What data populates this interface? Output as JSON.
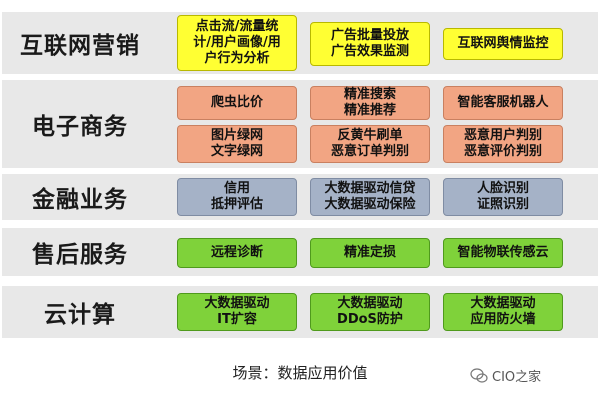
{
  "rows": [
    {
      "label": "互联网营销",
      "cells": [
        {
          "text": "点击流/流量统\n计/用户画像/用\n户行为分析"
        },
        {
          "text": "广告批量投放\n广告效果监测"
        },
        {
          "text": "互联网舆情监控"
        }
      ]
    },
    {
      "label": "电子商务",
      "cells": [
        {
          "text": "爬虫比价"
        },
        {
          "text": "精准搜索\n精准推荐"
        },
        {
          "text": "智能客服机器人"
        },
        {
          "text": "图片绿网\n文字绿网"
        },
        {
          "text": "反黄牛刷单\n恶意订单判别"
        },
        {
          "text": "恶意用户判别\n恶意评价判别"
        }
      ]
    },
    {
      "label": "金融业务",
      "cells": [
        {
          "text": "信用\n抵押评估"
        },
        {
          "text": "大数据驱动信贷\n大数据驱动保险"
        },
        {
          "text": "人脸识别\n证照识别"
        }
      ]
    },
    {
      "label": "售后服务",
      "cells": [
        {
          "text": "远程诊断"
        },
        {
          "text": "精准定损"
        },
        {
          "text": "智能物联传感云"
        }
      ]
    },
    {
      "label": "云计算",
      "cells": [
        {
          "text": "大数据驱动\nIT扩容"
        },
        {
          "text": "大数据驱动\nDDoS防护"
        },
        {
          "text": "大数据驱动\n应用防火墙"
        }
      ]
    }
  ],
  "caption": "场景：数据应用价值",
  "brand": "CIO之家",
  "colors": {
    "marketing": "#ffff33",
    "ecommerce": "#f2a583",
    "finance": "#a5b2c7",
    "aftersales": "#7fd23a",
    "cloud": "#7fd23a",
    "band": "#e8e8e8"
  }
}
